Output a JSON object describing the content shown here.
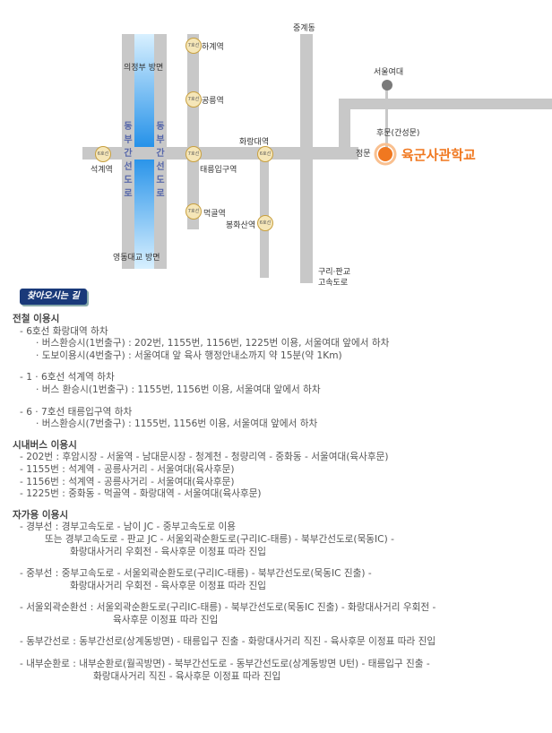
{
  "map": {
    "labels": {
      "uijeongbu": "의정부 방면",
      "dongbu_left": "동부간선도로",
      "dongbu_right": "동부간선도로",
      "yeongdong": "영동대교 방면",
      "hagye": "하계역",
      "gongneung": "공릉역",
      "hwarangdae": "화랑대역",
      "taereung": "태릉입구역",
      "seokgye": "석계역",
      "meokgol": "먹골역",
      "bonghwasan": "봉화산역",
      "junggye": "중계동",
      "seoulwomens": "서울여대",
      "humun": "후문(간성문)",
      "jeongmun": "정문",
      "school": "육군사관학교",
      "guri": "구리·판교",
      "guri2": "고속도로"
    },
    "badges": {
      "line7": "7호선",
      "line6": "6호선"
    },
    "colors": {
      "road": "#c8c8c8",
      "river": "#1e8ee8",
      "school_dot": "#f07820",
      "school_text": "#f07820"
    }
  },
  "heading": "찾아오시는 길",
  "sections": {
    "subway": {
      "title": "전철 이용시",
      "g1": "- 6호선 화랑대역 하차",
      "g1a": "· 버스환승시(1번출구) : 202번, 1155번, 1156번, 1225번 이용, 서울여대 앞에서 하차",
      "g1b": "· 도보이용시(4번출구) : 서울여대 앞 육사 행정안내소까지 약 15분(약 1Km)",
      "g2": "- 1 · 6호선 석계역 하차",
      "g2a": "· 버스 환승시(1번출구) : 1155번, 1156번 이용, 서울여대 앞에서 하차",
      "g3": "- 6 · 7호선 태릉입구역 하차",
      "g3a": "· 버스환승시(7번출구) : 1155번, 1156번 이용, 서울여대 앞에서 하차"
    },
    "bus": {
      "title": "시내버스 이용시",
      "r1": "- 202번 : 후암시장 - 서울역 - 남대문시장 - 청계천 - 청량리역 - 중화동 - 서울여대(육사후문)",
      "r2": "- 1155번 : 석계역 - 공릉사거리 - 서울여대(육사후문)",
      "r3": "- 1156번 : 석계역 - 공릉사거리 - 서울여대(육사후문)",
      "r4": "- 1225번 : 중화동 - 먹골역 - 화랑대역 - 서울여대(육사후문)"
    },
    "car": {
      "title": "자가용 이용시",
      "a1": "- 경부선 : 경부고속도로 - 남이 JC - 중부고속도로 이용",
      "a2": "또는 경부고속도로 - 판교 JC - 서울외곽순환도로(구리IC-태릉) - 북부간선도로(묵동IC) -",
      "a3": "화랑대사거리 우회전 - 육사후문 이정표 따라 진입",
      "b1": "- 중부선 : 중부고속도로 - 서울외곽순환도로(구리IC-태릉) - 북부간선도로(묵동IC 진출) -",
      "b2": "화랑대사거리 우회전 - 육사후문 이정표 따라 진입",
      "c1": "- 서울외곽순환선 : 서울외곽순환도로(구리IC-태릉) - 북부간선도로(묵동IC 진출) - 화랑대사거리 우회전 -",
      "c2": "육사후문 이정표 따라 진입",
      "d1": "- 동부간선로 : 동부간선로(상계동방면) - 태릉입구 진출 - 화랑대사거리 직진 - 육사후문 이정표 따라 진입",
      "e1": "- 내부순환로 : 내부순환로(월곡방면) - 북부간선도로 - 동부간선도로(상계동방면 U턴) - 태릉입구 진출 -",
      "e2": "화랑대사거리 직진 - 육사후문 이정표 따라 진입"
    }
  }
}
